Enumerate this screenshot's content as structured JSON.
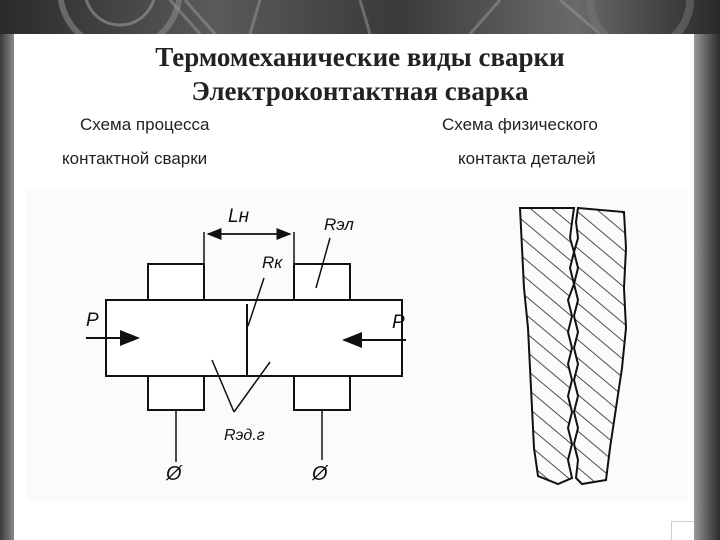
{
  "title": {
    "line1": "Термомеханические виды сварки",
    "line2": "Электроконтактная сварка"
  },
  "captions": {
    "left_line1": "Схема процесса",
    "left_line2": "контактной сварки",
    "right_line1": "Схема физического",
    "right_line2": "контакта деталей"
  },
  "diagram_labels": {
    "force_left": "P",
    "force_right": "P",
    "length": "Lн",
    "contact_resistance": "Rк",
    "electrode_resistance": "Rэл",
    "part_electrode_resistance": "Rэд.г",
    "terminal_left": "Ø",
    "terminal_right": "Ø"
  }
}
